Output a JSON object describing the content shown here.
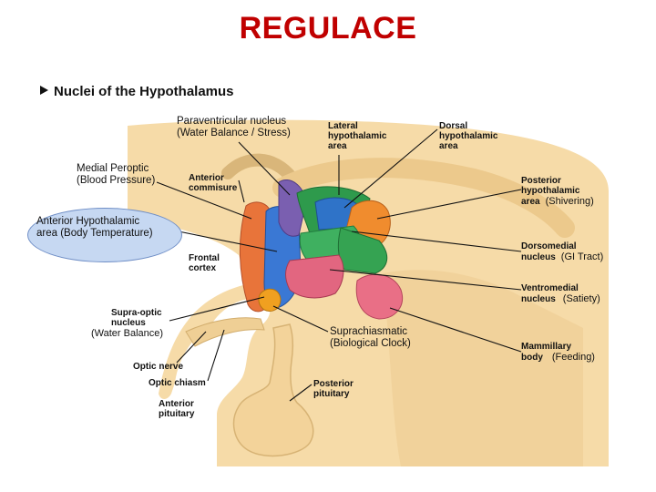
{
  "title": "REGULACE",
  "subtitle": "Nuclei of the Hypothalamus",
  "labels": {
    "paraventricular": [
      "Paraventricular nucleus",
      "(Water Balance / Stress)"
    ],
    "lateral": [
      "Lateral",
      "hypothalamic",
      "area"
    ],
    "dorsal": [
      "Dorsal",
      "hypothalamic",
      "area"
    ],
    "medial_preoptic": [
      "Medial Peroptic",
      "(Blood Pressure)"
    ],
    "anterior_commisure": [
      "Anterior",
      "commisure"
    ],
    "posterior": [
      "Posterior",
      "hypothalamic",
      "area",
      "(Shivering)"
    ],
    "anterior_hypothalamic": [
      "Anterior Hypothalamic",
      "area (Body Temperature)"
    ],
    "frontal_cortex": [
      "Frontal",
      "cortex"
    ],
    "dorsomedial": [
      "Dorsomedial",
      "nucleus",
      "(GI Tract)"
    ],
    "ventromedial": [
      "Ventromedial",
      "nucleus",
      "(Satiety)"
    ],
    "supraoptic": [
      "Supra-optic",
      "nucleus",
      "(Water Balance)"
    ],
    "suprachiasmatic": [
      "Suprachiasmatic",
      "(Biological Clock)"
    ],
    "mammillary": [
      "Mammillary",
      "body",
      "(Feeding)"
    ],
    "optic_nerve": "Optic nerve",
    "optic_chiasm": "Optic chiasm",
    "posterior_pituitary": [
      "Posterior",
      "pituitary"
    ],
    "anterior_pituitary": [
      "Anterior",
      "pituitary"
    ]
  },
  "colors": {
    "title": "#c00000",
    "tissue": "#f6dba8",
    "paraventricular": "#7a5fb0",
    "lateral": "#2e9a4c",
    "dorsal": "#2f73c8",
    "posterior": "#f08c2e",
    "anterior_hypothalamic": "#3a78d4",
    "preoptic": "#e8743a",
    "dorsomedial": "#3fb060",
    "ventromedial": "#e26680",
    "mammillary": "#e96f86",
    "suprachiasmatic": "#f0a020",
    "highlight_oval": "#c6d8f2"
  }
}
